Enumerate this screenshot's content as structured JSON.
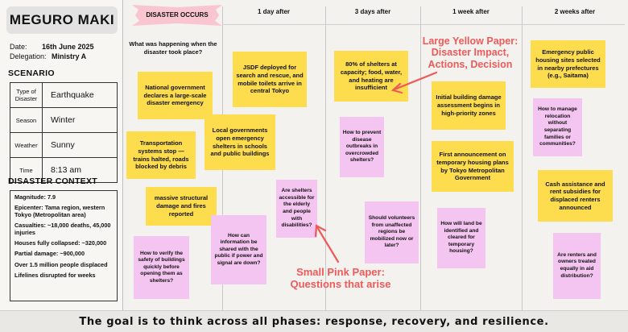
{
  "panel": {
    "title": "MEGURO MAKI",
    "date_label": "Date:",
    "date_value": "16th June 2025",
    "delegation_label": "Delegation:",
    "delegation_value": "Ministry A",
    "scenario_heading": "SCENARIO",
    "scenario": [
      {
        "key": "Type of Disaster",
        "value": "Earthquake"
      },
      {
        "key": "Season",
        "value": "Winter"
      },
      {
        "key": "Weather",
        "value": "Sunny"
      },
      {
        "key": "Time",
        "value": "8:13 am"
      }
    ],
    "context_heading": "DISASTER CONTEXT",
    "context": [
      "Magnitude: 7.9",
      "Epicenter: Tama region, western Tokyo (Metropolitan area)",
      "Casualties: ~18,000 deaths, 45,000 injuries",
      "Houses fully collapsed: ~320,000",
      "Partial damage: ~900,000",
      "Over 1.5 million people displaced",
      "Lifelines disrupted for weeks"
    ]
  },
  "timeline": {
    "columns": [
      "DISASTER OCCURS",
      "1 day after",
      "3 days after",
      "1 week after",
      "2 weeks after"
    ],
    "occurs_color": "#f9c6cf",
    "top_question": "What was happening when the disaster took place?"
  },
  "notes": {
    "c0_y1": "National government declares a large-scale disaster emergency",
    "c0_y2": "Transportation systems stop — trains halted, roads blocked by debris",
    "c0_y3": "massive structural damage and fires reported",
    "c0_p1": "How to verify the safety of buildings quickly before opening them as shelters?",
    "c1_y1": "JSDF deployed for search and rescue, and mobile toilets arrive in central Tokyo",
    "c1_y2": "Local governments open emergency shelters in schools and public buildings",
    "c1_p1": "How can information be shared with the public if power and signal are down?",
    "c1_p2": "Are shelters accessible for the elderly and people with disabilities?",
    "c2_y1": "80% of shelters at capacity; food, water, and heating are insufficient",
    "c2_p1": "How to prevent disease outbreaks in overcrowded shelters?",
    "c2_p2": "Should volunteers from unaffected regions be mobilized now or later?",
    "c3_y1": "Initial building damage assessment begins in high-priority zones",
    "c3_y2": "First announcement on temporary housing plans by Tokyo Metropolitan Government",
    "c3_p1": "How will land be identified and cleared for temporary housing?",
    "c4_y1": "Emergency public housing sites selected in nearby prefectures (e.g., Saitama)",
    "c4_y2": "Cash assistance and rent subsidies for displaced renters announced",
    "c4_p1": "How to manage relocation without separating families or communities?",
    "c4_p2": "Are renters and owners treated equally in aid distribution?"
  },
  "annotations": {
    "yellow": "Large Yellow Paper: Disaster Impact, Actions, Decision",
    "pink": "Small Pink Paper: Questions that arise",
    "color": "#ee5a5a"
  },
  "colors": {
    "yellow": "#fddc4e",
    "pink": "#f5c5f1"
  },
  "footer": "The goal is to think across all phases: response, recovery, and resilience."
}
